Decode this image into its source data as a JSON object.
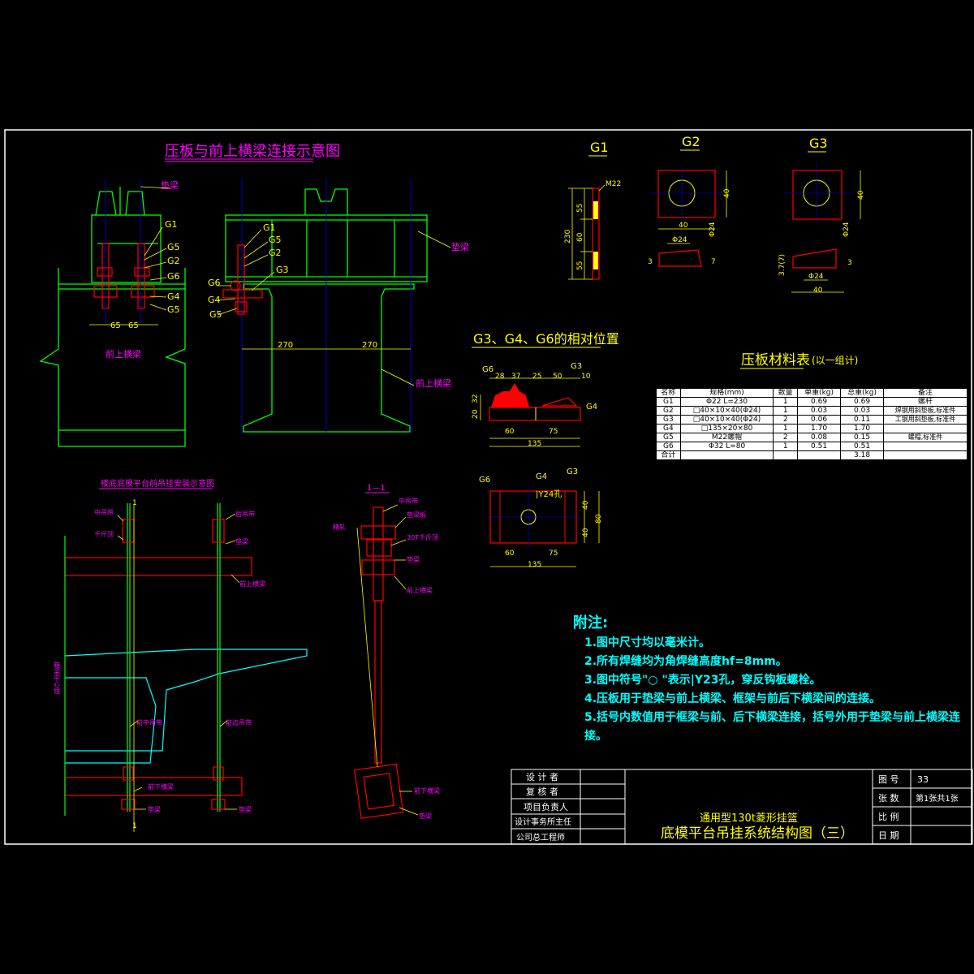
{
  "titles": {
    "main_view": "压板与前上横梁连接示意图",
    "g1": "G1",
    "g2": "G2",
    "g3": "G3",
    "relative_pos": "G3、G4、G6的相对位置",
    "material_table": "压板材料表",
    "material_table_note": "(以一组计)",
    "install_view": "楼底底模平台前吊挂安装示意图",
    "section": "1—1"
  },
  "labels": {
    "dianliang_top": "垫梁",
    "qian_shang_hengliang": "前上横梁",
    "dianliang_right": "垫梁",
    "qian_shang_hengliang_right": "前上横梁",
    "g1": "G1",
    "g5": "G5",
    "g2": "G2",
    "g6": "G6",
    "g4": "G4",
    "g3": "G3",
    "dim_65a": "65",
    "dim_65b": "65",
    "dim_270a": "270",
    "dim_270b": "270",
    "m22": "M22",
    "dim_230": "230",
    "dim_55a": "55",
    "dim_60": "60",
    "dim_55b": "55",
    "dim_40_g2": "40",
    "dim_40b_g2": "40",
    "phi24_g2": "Φ24",
    "phi24_g2b": "Φ24",
    "dim_3_g2": "3",
    "dim_7_g2": "7",
    "dim_40_g3": "40",
    "phi24_g3": "Φ24",
    "phi24_g3b": "Φ24",
    "dim_3_g3": "3",
    "dim_37_g3": "3.7(7)",
    "dim_40b_g3": "40",
    "rp_g6": "G6",
    "rp_28": "28",
    "rp_37": "37",
    "rp_25": "25",
    "rp_50": "50",
    "rp_g3": "G3",
    "rp_10": "10",
    "rp_32": "32",
    "rp_20": "20",
    "rp_g4": "G4",
    "rp_60": "60",
    "rp_75": "75",
    "rp_135": "135",
    "pl_g6": "G6",
    "pl_g4": "G4",
    "pl_g3": "G3",
    "pl_y24": "|Y24孔",
    "pl_40a": "40",
    "pl_80": "80",
    "pl_40b": "40",
    "pl_60": "60",
    "pl_75": "75",
    "pl_135": "135",
    "inst_zhongdiaogan": "中吊带",
    "inst_qianjinding": "千斤顶",
    "inst_biandiao": "后吊带",
    "inst_dianliang": "垫梁",
    "inst_qianshang": "前上横梁",
    "inst_zhong": "箱梁中心线",
    "inst_qianzhong": "前中吊带",
    "inst_qianbian": "前边吊带",
    "inst_qianxia": "前下横梁",
    "inst_dianliang2": "垫梁",
    "inst_dianliang3": "垫梁",
    "inst_1a": "1",
    "inst_1b": "1",
    "sec_a": "中吊带",
    "sec_b": "垫梁板",
    "sec_c": "30T千斤顶",
    "sec_d": "垫梁",
    "sec_e": "前上横梁",
    "sec_f": "精轧",
    "sec_g": "前下横梁",
    "sec_h": "垫梁"
  },
  "material_table": {
    "headers": [
      "名称",
      "规格(mm)",
      "数量",
      "单重(kg)",
      "总重(kg)",
      "备注"
    ],
    "rows": [
      [
        "G1",
        "Φ22 L=230",
        "1",
        "0.69",
        "0.69",
        "螺杆"
      ],
      [
        "G2",
        "□40×10×40(Φ24)",
        "1",
        "0.03",
        "0.03",
        "焊钢用斜垫板,标准件"
      ],
      [
        "G3",
        "□40×10×40(Φ24)",
        "2",
        "0.06",
        "0.11",
        "工钢用斜垫板,标准件"
      ],
      [
        "G4",
        "□135×20×80",
        "1",
        "1.70",
        "1.70",
        ""
      ],
      [
        "G5",
        "M22螺帽",
        "2",
        "0.08",
        "0.15",
        "螺帽,标准件"
      ],
      [
        "G6",
        "Φ32 L=80",
        "1",
        "0.51",
        "0.51",
        ""
      ],
      [
        "合计",
        "",
        "",
        "",
        "3.18",
        ""
      ]
    ]
  },
  "notes": {
    "heading": "附注:",
    "items": [
      "1.图中尺寸均以毫米计。",
      "2.所有焊缝均为角焊缝高度hf=8mm。",
      "3.图中符号\"○ \"表示|Y23孔，穿反钩板螺栓。",
      "4.压板用于垫梁与前上横梁、框架与前后下横梁间的连接。",
      "5.括号内数值用于框梁与前、后下横梁连接，括号外用于垫梁与前上横梁连接。"
    ]
  },
  "title_block": {
    "roles": [
      "设 计 者",
      "复 核 者",
      "项目负责人",
      "设计事务所主任",
      "公司总工程师"
    ],
    "project": "通用型130t菱形挂篮",
    "drawing_title": "底模平台吊挂系统结构图（三）",
    "meta_labels": [
      "图 号",
      "张 数",
      "比 例",
      "日 期"
    ],
    "meta_values": [
      "33",
      "第1张共1张",
      "",
      ""
    ]
  },
  "colors": {
    "background": "#000000",
    "frame": "#ffffff",
    "green": "#00ff00",
    "yellow": "#ffff00",
    "red": "#ff0000",
    "magenta": "#ff00ff",
    "cyan": "#00ffff",
    "blue": "#0000ff"
  }
}
